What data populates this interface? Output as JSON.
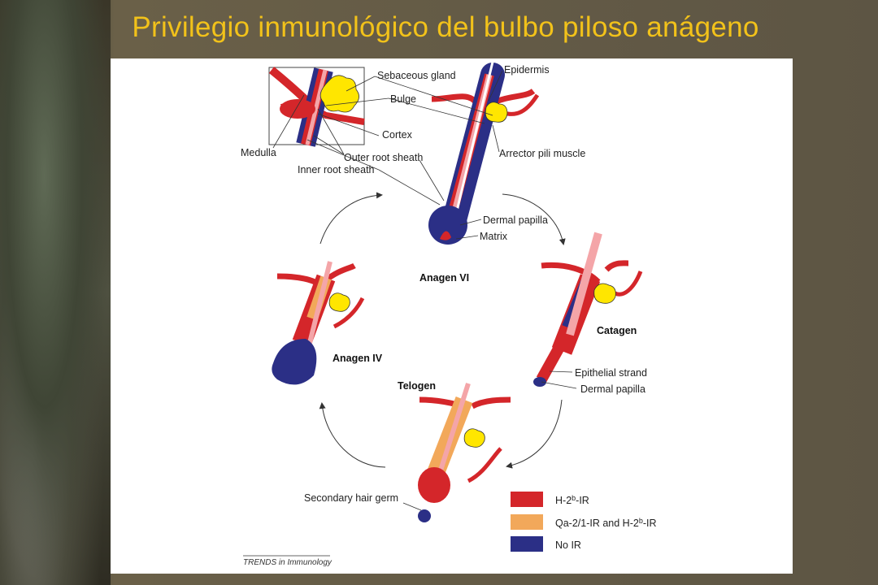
{
  "title": "Privilegio inmunológico del bulbo piloso anágeno",
  "colors": {
    "title": "#f2c21a",
    "red": "#d4262a",
    "orange": "#f2a85a",
    "blue": "#2b2f86",
    "yellow": "#ffe600",
    "pink": "#f4a5a8"
  },
  "labels": {
    "sebaceous_gland": "Sebaceous gland",
    "epidermis": "Epidermis",
    "bulge": "Bulge",
    "cortex": "Cortex",
    "medulla": "Medulla",
    "outer_root_sheath": "Outer root sheath",
    "inner_root_sheath": "Inner root sheath",
    "arrector_pili": "Arrector pili muscle",
    "dermal_papilla_top": "Dermal papilla",
    "matrix": "Matrix",
    "epithelial_strand": "Epithelial strand",
    "dermal_papilla_catagen": "Dermal papilla",
    "secondary_hair_germ": "Secondary hair germ"
  },
  "stages": {
    "anagen_vi": "Anagen VI",
    "catagen": "Catagen",
    "telogen": "Telogen",
    "anagen_iv": "Anagen IV"
  },
  "legend": [
    {
      "color": "#d4262a",
      "prefix": "H-2",
      "sup": "b",
      "suffix": "-IR"
    },
    {
      "color": "#f2a85a",
      "prefix": "Qa-2/1-IR and H-2",
      "sup": "b",
      "suffix": "-IR"
    },
    {
      "color": "#2b2f86",
      "prefix": "No IR",
      "sup": "",
      "suffix": ""
    }
  ],
  "credit": "TRENDS in Immunology"
}
